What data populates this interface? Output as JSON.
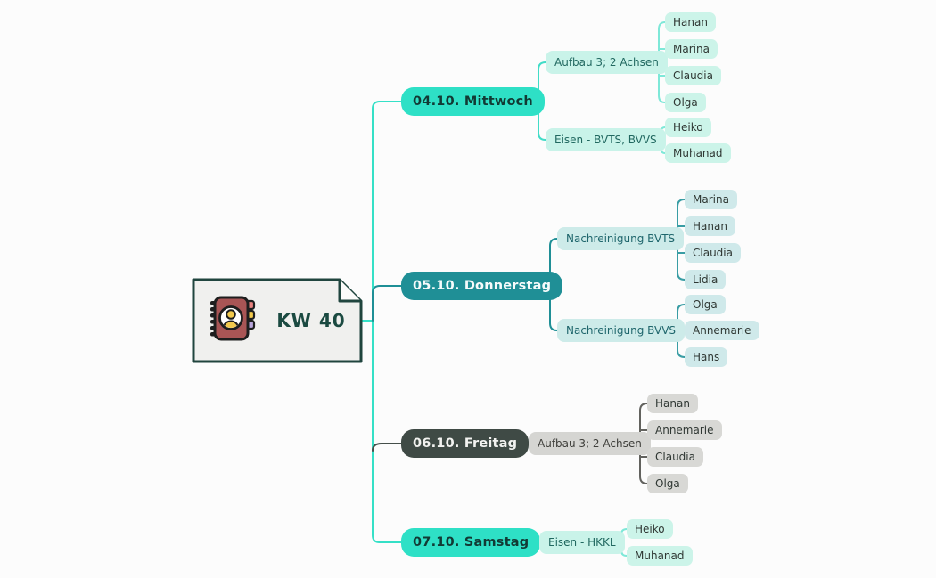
{
  "root": {
    "label": "KW 40",
    "icon": "address-book-icon"
  },
  "branches": [
    {
      "label": "04.10. Mittwoch",
      "style": "turquoise",
      "children": [
        {
          "label": "Aufbau 3; 2 Achsen",
          "children": [
            "Hanan",
            "Marina",
            "Claudia",
            "Olga"
          ]
        },
        {
          "label": "Eisen - BVTS, BVVS",
          "children": [
            "Heiko",
            "Muhanad"
          ]
        }
      ]
    },
    {
      "label": "05.10. Donnerstag",
      "style": "teal",
      "children": [
        {
          "label": "Nachreinigung BVTS",
          "children": [
            "Marina",
            "Hanan",
            "Claudia",
            "Lidia"
          ]
        },
        {
          "label": "Nachreinigung BVVS",
          "children": [
            "Olga",
            "Annemarie",
            "Hans"
          ]
        }
      ]
    },
    {
      "label": "06.10. Freitag",
      "style": "dark-gray",
      "children": [
        {
          "label": "Aufbau 3; 2 Achsen",
          "children": [
            "Hanan",
            "Annemarie",
            "Claudia",
            "Olga"
          ]
        }
      ]
    },
    {
      "label": "07.10. Samstag",
      "style": "turquoise",
      "children": [
        {
          "label": "Eisen - HKKL",
          "children": [
            "Heiko",
            "Muhanad"
          ]
        }
      ]
    }
  ],
  "colors": {
    "turquoise_node": "#2ee0c6",
    "teal_node": "#1f8f96",
    "dark_node": "#3f4a45",
    "mint_pill": "#ccf4e9",
    "cyan_pill": "#cfe9ea",
    "gray_pill": "#d8d8d5",
    "root_border": "#20453e",
    "root_fill": "#f0f0ee",
    "background": "#fcfcfc"
  }
}
